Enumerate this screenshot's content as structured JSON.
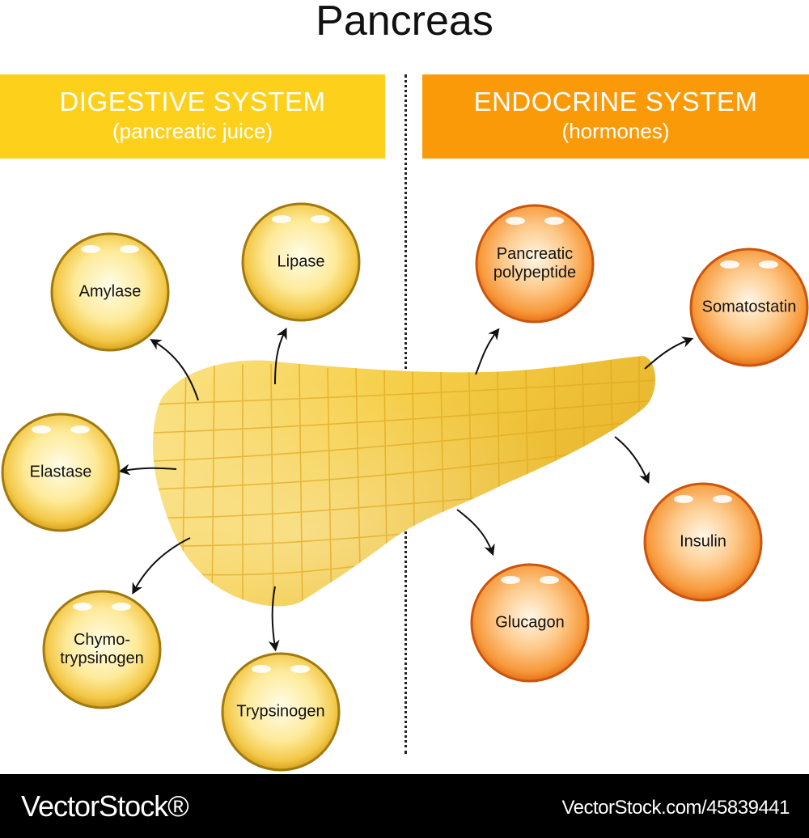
{
  "title": "Pancreas",
  "digestive": {
    "heading": "DIGESTIVE SYSTEM",
    "subheading": "(pancreatic juice)",
    "color": "#fdd01c",
    "enzymes": [
      "Amylase",
      "Lipase",
      "Elastase",
      "Chymo-\ntrypsinogen",
      "Trypsinogen"
    ]
  },
  "endocrine": {
    "heading": "ENDOCRINE SYSTEM",
    "subheading": "(hormones)",
    "color": "#fb9a09",
    "hormones": [
      "Pancreatic\npolypeptide",
      "Somatostatin",
      "Insulin",
      "Glucagon"
    ]
  },
  "footer": {
    "brand": "VectorStock®",
    "stock_id": "VectorStock.com/45839441"
  }
}
